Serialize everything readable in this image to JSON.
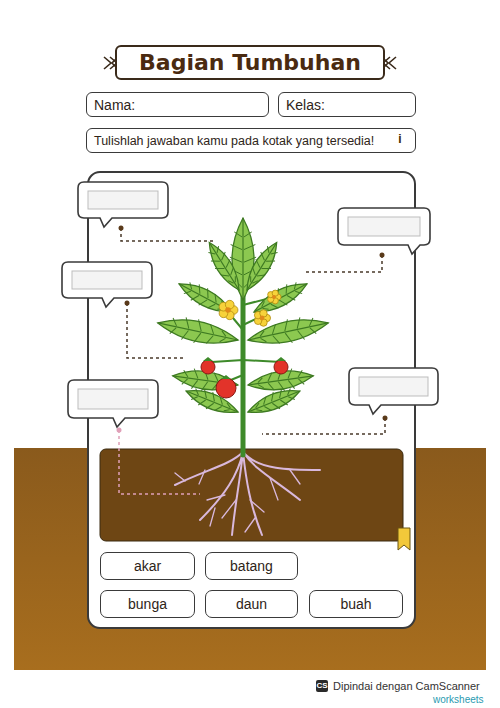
{
  "diagram": {
    "title": "Bagian Tumbuhan",
    "nodes": [
      {
        "text": [
          "Bagian Tumbuhan"
        ]
      },
      {
        "text": [
          "Nama:"
        ]
      },
      {
        "text": [
          "Kelas:"
        ]
      },
      {
        "text": [
          "Tulishlah jawaban kamu pada kotak yang tersedia!"
        ]
      },
      {
        "text": [
          "akar"
        ]
      },
      {
        "text": [
          "batang"
        ]
      },
      {
        "text": [
          "bunga"
        ]
      },
      {
        "text": [
          "daun"
        ]
      },
      {
        "text": [
          "buah"
        ]
      }
    ],
    "labels": [
      "i",
      "CS",
      "Dipindai dengan CamScanner",
      "worksheets"
    ]
  }
}
